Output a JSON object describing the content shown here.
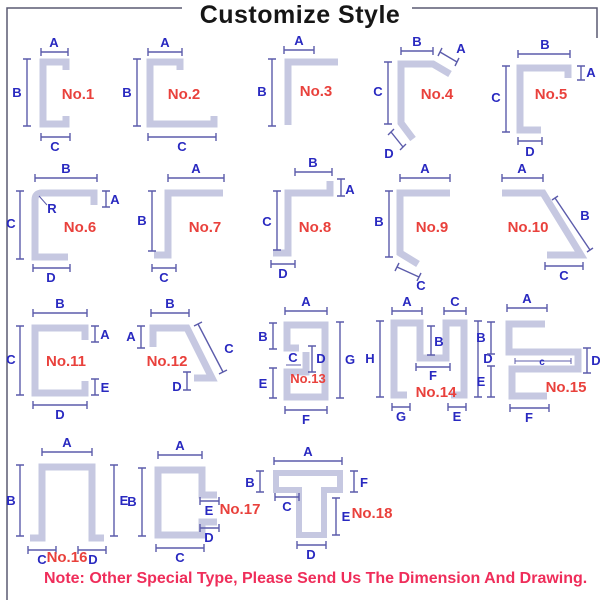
{
  "title": "Customize Style",
  "note": "Note: Other Special Type, Please Send Us The Dimension And Drawing.",
  "colors": {
    "profile": "#c6c8e1",
    "dimension_line": "#5c5cab",
    "dimension_label": "#2929c0",
    "figure_label": "#e9413c",
    "note_text": "#ef2d5a",
    "title_text": "#161616"
  },
  "figures": [
    {
      "label": "No.1",
      "dims": [
        "A",
        "B",
        "C"
      ]
    },
    {
      "label": "No.2",
      "dims": [
        "A",
        "B",
        "C"
      ]
    },
    {
      "label": "No.3",
      "dims": [
        "A",
        "B"
      ]
    },
    {
      "label": "No.4",
      "dims": [
        "B",
        "A",
        "C",
        "D"
      ]
    },
    {
      "label": "No.5",
      "dims": [
        "B",
        "A",
        "C",
        "D"
      ]
    },
    {
      "label": "No.6",
      "dims": [
        "B",
        "A",
        "R",
        "C",
        "D"
      ]
    },
    {
      "label": "No.7",
      "dims": [
        "A",
        "B",
        "C"
      ]
    },
    {
      "label": "No.8",
      "dims": [
        "B",
        "A",
        "C",
        "D"
      ]
    },
    {
      "label": "No.9",
      "dims": [
        "A",
        "B",
        "C"
      ]
    },
    {
      "label": "No.10",
      "dims": [
        "A",
        "B",
        "C"
      ]
    },
    {
      "label": "No.11",
      "dims": [
        "B",
        "A",
        "C",
        "E",
        "D"
      ]
    },
    {
      "label": "No.12",
      "dims": [
        "B",
        "A",
        "C",
        "D"
      ]
    },
    {
      "label": "No.13",
      "dims": [
        "A",
        "B",
        "C",
        "D",
        "G",
        "E",
        "F"
      ]
    },
    {
      "label": "No.14",
      "dims": [
        "A",
        "C",
        "H",
        "B",
        "D",
        "F",
        "G",
        "E"
      ]
    },
    {
      "label": "No.15",
      "dims": [
        "A",
        "B",
        "c",
        "D",
        "E",
        "F"
      ]
    },
    {
      "label": "No.16",
      "dims": [
        "A",
        "B",
        "E",
        "C",
        "D"
      ]
    },
    {
      "label": "No.17",
      "dims": [
        "A",
        "B",
        "E",
        "D",
        "C"
      ]
    },
    {
      "label": "No.18",
      "dims": [
        "A",
        "B",
        "F",
        "C",
        "E",
        "D"
      ]
    }
  ]
}
